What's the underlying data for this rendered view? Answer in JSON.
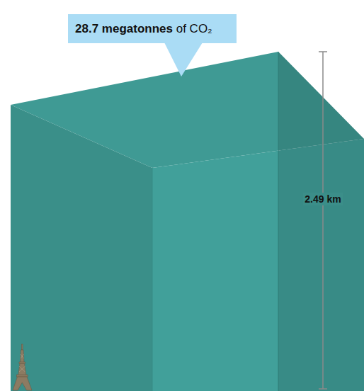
{
  "diagram": {
    "nodes": [
      {
        "text": [
          "28.7 megatonnes",
          "of CO₂"
        ]
      }
    ],
    "labels": [
      "2.49 km"
    ]
  }
}
